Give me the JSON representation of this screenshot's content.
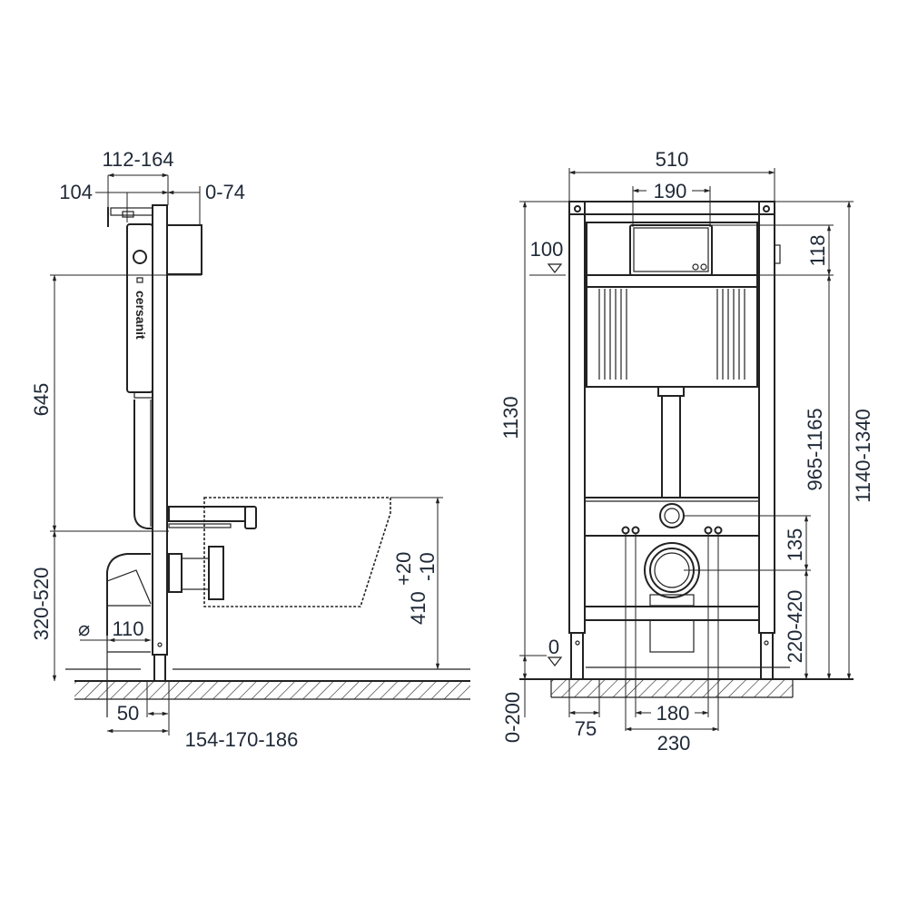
{
  "side_view": {
    "dims": {
      "depth_total": "112-164",
      "hook_offset": "104",
      "flush_adjust": "0-74",
      "height_645": "645",
      "height_320_520": "320-520",
      "bowl_height": "410",
      "bowl_tol_plus": "+20",
      "bowl_tol_minus": "-10",
      "pipe_diameter": "110",
      "diameter_symbol": "⌀",
      "leg_offset": "50",
      "depth_options": "154-170-186"
    },
    "brand_mark": "cersanit"
  },
  "front_view": {
    "dims": {
      "width": "510",
      "plate_width": "190",
      "level_100": "100",
      "plate_height": "118",
      "frame_height": "1130",
      "height_965_1165": "965-1165",
      "height_1140_1340": "1140-1340",
      "outlet_spacing": "135",
      "outlet_height": "220-420",
      "level_0": "0",
      "leg_adjust": "0-200",
      "leg_width": "75",
      "bolt_spacing_inner": "180",
      "bolt_spacing_outer": "230"
    }
  },
  "colors": {
    "text": "#1f2937",
    "lines": "#222222"
  }
}
